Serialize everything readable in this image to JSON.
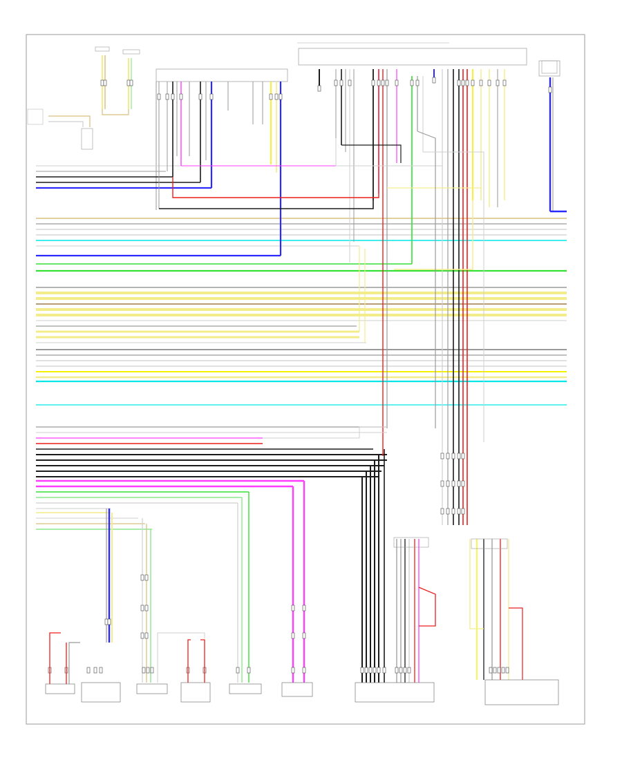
{
  "diagram_code": "",
  "colors": {
    "black": "#1a1a1a",
    "gray": "#9a9a9a",
    "white": "#cfcfcf",
    "yellow": "#f5f000",
    "light_yellow": "#f3ec8a",
    "red": "#ee1c1c",
    "pink": "#ff3cff",
    "blue": "#2a2aff",
    "green": "#33e033",
    "light_green": "#8ce88c",
    "cyan": "#00e6e6",
    "tan": "#d8bf7e",
    "brown": "#a07a4a",
    "orange": "#ffb060"
  },
  "bottom_components": [
    {
      "id": "right_tweeter"
    },
    {
      "id": "right_front_door_speaker"
    },
    {
      "id": "left_front_door_speaker"
    },
    {
      "id": "left_tweeter"
    },
    {
      "id": "right_quarter_speaker"
    },
    {
      "id": "left_quarter_speaker"
    },
    {
      "id": "stereo_unit_center"
    },
    {
      "id": "stereo_unit_right"
    }
  ],
  "top_components": [
    {
      "id": "clock_spring"
    },
    {
      "id": "head_unit_top"
    },
    {
      "id": "steering_switch_connector"
    },
    {
      "id": "antenna_amp"
    }
  ]
}
